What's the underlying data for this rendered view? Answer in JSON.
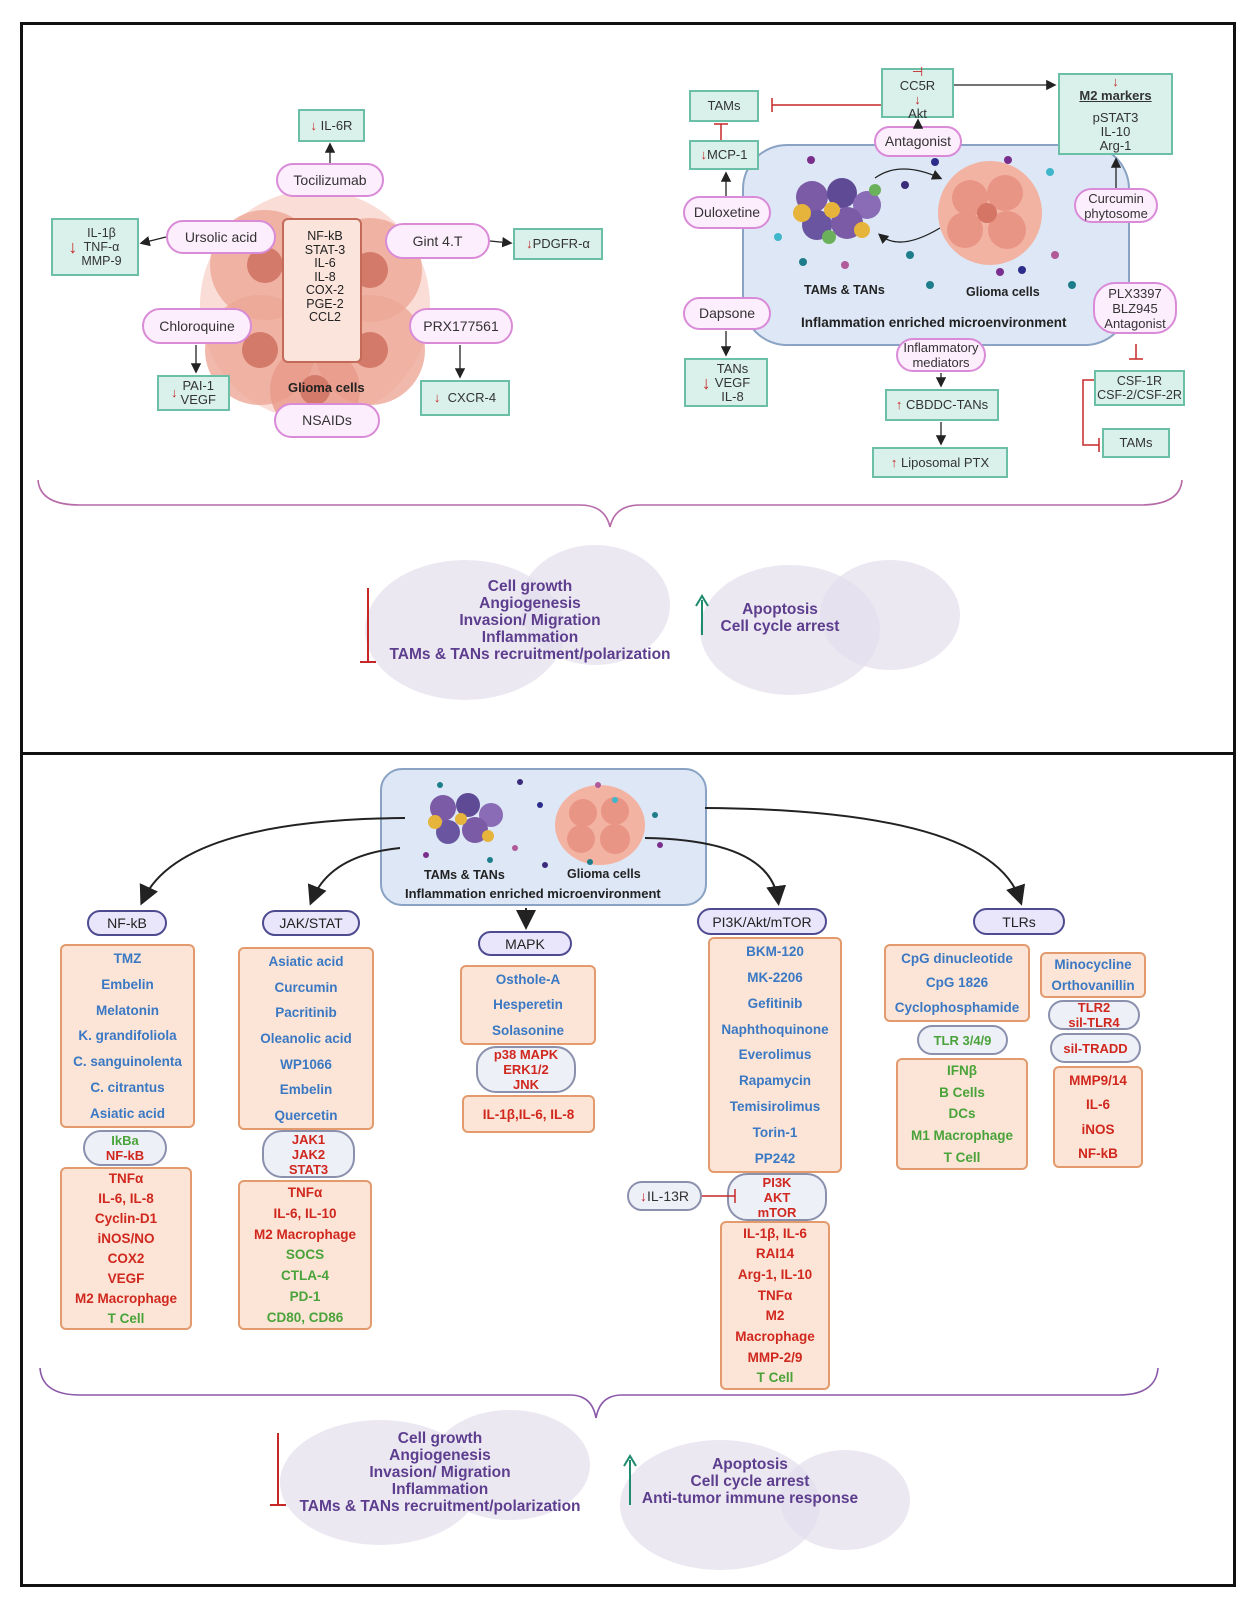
{
  "panel_a": {
    "tocilizumab": "Tocilizumab",
    "il6r": "IL-6R",
    "ursolic": "Ursolic acid",
    "ursolic_targets": [
      "IL-1β",
      "TNF-α",
      "MMP-9"
    ],
    "gint": "Gint 4.T",
    "pdgfr": "PDGFR-α",
    "center_markers": [
      "NF-kB",
      "STAT-3",
      "IL-6",
      "IL-8",
      "COX-2",
      "PGE-2",
      "CCL2"
    ],
    "glioma_label": "Glioma cells",
    "chloroquine": "Chloroquine",
    "chloroquine_targets": [
      "PAI-1",
      "VEGF"
    ],
    "prx": "PRX177561",
    "cxcr4": "CXCR-4",
    "nsaids": "NSAIDs",
    "tams_top": "TAMs",
    "mcp1": "MCP-1",
    "duloxetine": "Duloxetine",
    "dapsone": "Dapsone",
    "dapsone_targets": [
      "TANs",
      "VEGF",
      "IL-8"
    ],
    "cc5r": "CC5R",
    "akt": "Akt",
    "antagonist": "Antagonist",
    "m2_title": "M2 markers",
    "m2_items": [
      "pSTAT3",
      "IL-10",
      "Arg-1"
    ],
    "curcumin_phyt": [
      "Curcumin",
      "phytosome"
    ],
    "tams_tans_label": "TAMs & TANs",
    "glioma_label_right": "Glioma cells",
    "micro_label": "Inflammation enriched microenvironment",
    "inflam_mediators": [
      "Inflammatory",
      "mediators"
    ],
    "cbddc": "CBDDC-TANs",
    "liposomal": "Liposomal PTX",
    "plx": [
      "PLX3397",
      "BLZ945",
      "Antagonist"
    ],
    "csf": [
      "CSF-1R",
      "CSF-2/CSF-2R"
    ],
    "tams_bottom": "TAMs",
    "outcome_down": [
      "Cell growth",
      "Angiogenesis",
      "Invasion/ Migration",
      "Inflammation",
      "TAMs & TANs recruitment/polarization"
    ],
    "outcome_up": [
      "Apoptosis",
      "Cell cycle arrest"
    ]
  },
  "panel_b": {
    "tams_tans_label": "TAMs & TANs",
    "glioma_label": "Glioma cells",
    "micro_label": "Inflammation enriched microenvironment",
    "nfkb": {
      "title": "NF-kB",
      "drugs": [
        "TMZ",
        "Embelin",
        "Melatonin",
        "K. grandifoliola",
        "C. sanguinolenta",
        "C. citrantus",
        "Asiatic acid"
      ],
      "mediators": [
        {
          "t": "IkBa",
          "c": "green"
        },
        {
          "t": "NF-kB",
          "c": "red"
        }
      ],
      "effects": [
        {
          "t": "TNFα",
          "c": "red"
        },
        {
          "t": "IL-6, IL-8",
          "c": "red"
        },
        {
          "t": "Cyclin-D1",
          "c": "red"
        },
        {
          "t": "iNOS/NO",
          "c": "red"
        },
        {
          "t": "COX2",
          "c": "red"
        },
        {
          "t": "VEGF",
          "c": "red"
        },
        {
          "t": "M2 Macrophage",
          "c": "red"
        },
        {
          "t": "T Cell",
          "c": "green"
        }
      ]
    },
    "jakstat": {
      "title": "JAK/STAT",
      "drugs": [
        "Asiatic acid",
        "Curcumin",
        "Pacritinib",
        "Oleanolic acid",
        "WP1066",
        "Embelin",
        "Quercetin"
      ],
      "mediators": [
        {
          "t": "JAK1",
          "c": "red"
        },
        {
          "t": "JAK2",
          "c": "red"
        },
        {
          "t": "STAT3",
          "c": "red"
        }
      ],
      "effects": [
        {
          "t": "TNFα",
          "c": "red"
        },
        {
          "t": "IL-6, IL-10",
          "c": "red"
        },
        {
          "t": "M2 Macrophage",
          "c": "red"
        },
        {
          "t": "SOCS",
          "c": "green"
        },
        {
          "t": "CTLA-4",
          "c": "green"
        },
        {
          "t": "PD-1",
          "c": "green"
        },
        {
          "t": "CD80, CD86",
          "c": "green"
        }
      ]
    },
    "mapk": {
      "title": "MAPK",
      "drugs": [
        "Osthole-A",
        "Hesperetin",
        "Solasonine"
      ],
      "mediators": [
        {
          "t": "p38 MAPK",
          "c": "red"
        },
        {
          "t": "ERK1/2",
          "c": "red"
        },
        {
          "t": "JNK",
          "c": "red"
        }
      ],
      "effects": [
        {
          "t": "IL-1β,IL-6, IL-8",
          "c": "red"
        }
      ]
    },
    "pi3k": {
      "title": "PI3K/Akt/mTOR",
      "drugs": [
        "BKM-120",
        "MK-2206",
        "Gefitinib",
        "Naphthoquinone",
        "Everolimus",
        "Rapamycin",
        "Temisirolimus",
        "Torin-1",
        "PP242"
      ],
      "mediators": [
        {
          "t": "PI3K",
          "c": "red"
        },
        {
          "t": "AKT",
          "c": "red"
        },
        {
          "t": "mTOR",
          "c": "red"
        }
      ],
      "il13r": "IL-13R",
      "effects": [
        {
          "t": "IL-1β, IL-6",
          "c": "red"
        },
        {
          "t": "RAI14",
          "c": "red"
        },
        {
          "t": "Arg-1, IL-10",
          "c": "red"
        },
        {
          "t": "TNFα",
          "c": "red"
        },
        {
          "t": "M2",
          "c": "red"
        },
        {
          "t": "Macrophage",
          "c": "red"
        },
        {
          "t": "MMP-2/9",
          "c": "red"
        },
        {
          "t": "T Cell",
          "c": "green"
        }
      ]
    },
    "tlrs": {
      "title": "TLRs",
      "drugs_left": [
        "CpG dinucleotide",
        "CpG 1826",
        "Cyclophosphamide"
      ],
      "tlr349": "TLR 3/4/9",
      "effects_left": [
        {
          "t": "IFNβ",
          "c": "green"
        },
        {
          "t": "B Cells",
          "c": "green"
        },
        {
          "t": "DCs",
          "c": "green"
        },
        {
          "t": "M1 Macrophage",
          "c": "green"
        },
        {
          "t": "T Cell",
          "c": "green"
        }
      ],
      "drugs_right": [
        "Minocycline",
        "Orthovanillin"
      ],
      "tlr2": [
        {
          "t": "TLR2",
          "c": "red"
        },
        {
          "t": "sil-TLR4",
          "c": "red"
        }
      ],
      "siltradd": "sil-TRADD",
      "effects_right": [
        {
          "t": "MMP9/14",
          "c": "red"
        },
        {
          "t": "IL-6",
          "c": "red"
        },
        {
          "t": "iNOS",
          "c": "red"
        },
        {
          "t": "NF-kB",
          "c": "red"
        }
      ]
    },
    "outcome_down": [
      "Cell growth",
      "Angiogenesis",
      "Invasion/ Migration",
      "Inflammation",
      "TAMs & TANs recruitment/polarization"
    ],
    "outcome_up": [
      "Apoptosis",
      "Cell cycle arrest",
      "Anti-tumor immune response"
    ]
  }
}
